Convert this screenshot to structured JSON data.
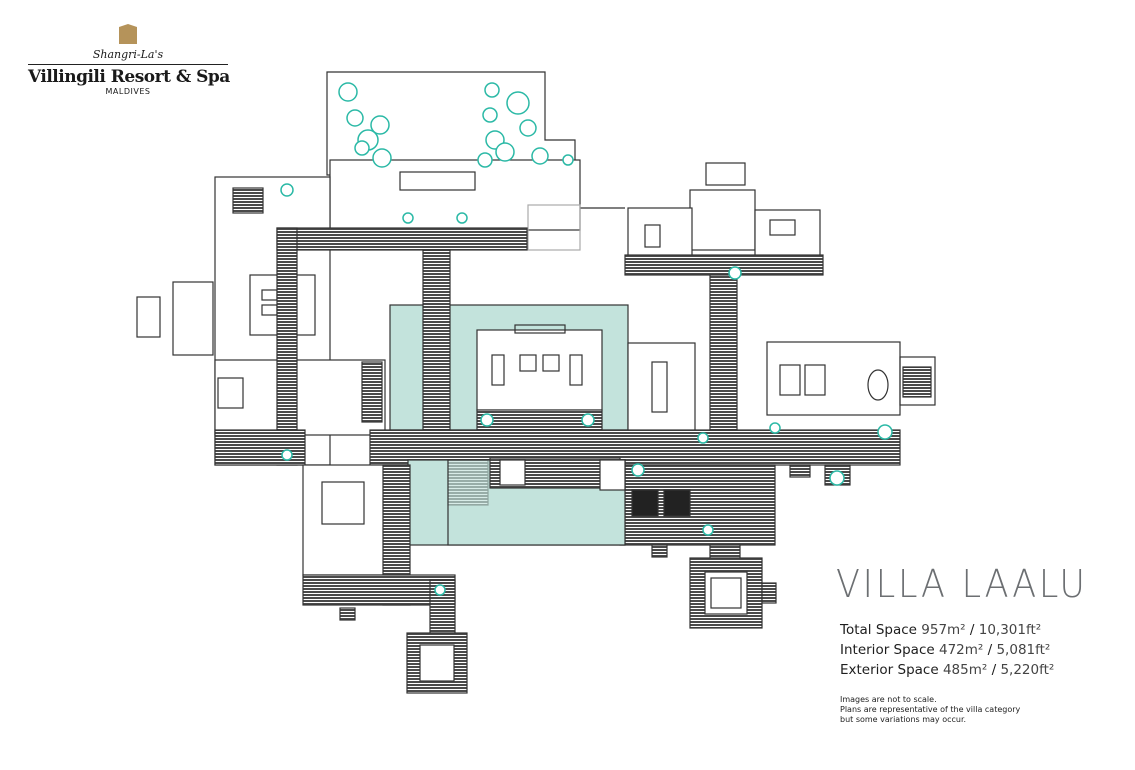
{
  "logo": {
    "brand": "Shangri-La's",
    "resort": "Villingili Resort & Spa",
    "location": "MALDIVES"
  },
  "title": "VILLA LAALU",
  "specs": [
    {
      "label": "Total Space",
      "metric": "957m²",
      "imperial": "10,301ft²"
    },
    {
      "label": "Interior Space",
      "metric": "472m²",
      "imperial": "5,081ft²"
    },
    {
      "label": "Exterior Space",
      "metric": "485m²",
      "imperial": "5,220ft²"
    }
  ],
  "notes": [
    "Images are not to scale.",
    "Plans are representative of the villa category",
    "but some variations may occur."
  ],
  "colors": {
    "pool": "#c3e3dc",
    "plant": "#2bb9a6",
    "deck": "#555555",
    "logo_gold": "#b5935a",
    "title": "#6c6f72"
  }
}
